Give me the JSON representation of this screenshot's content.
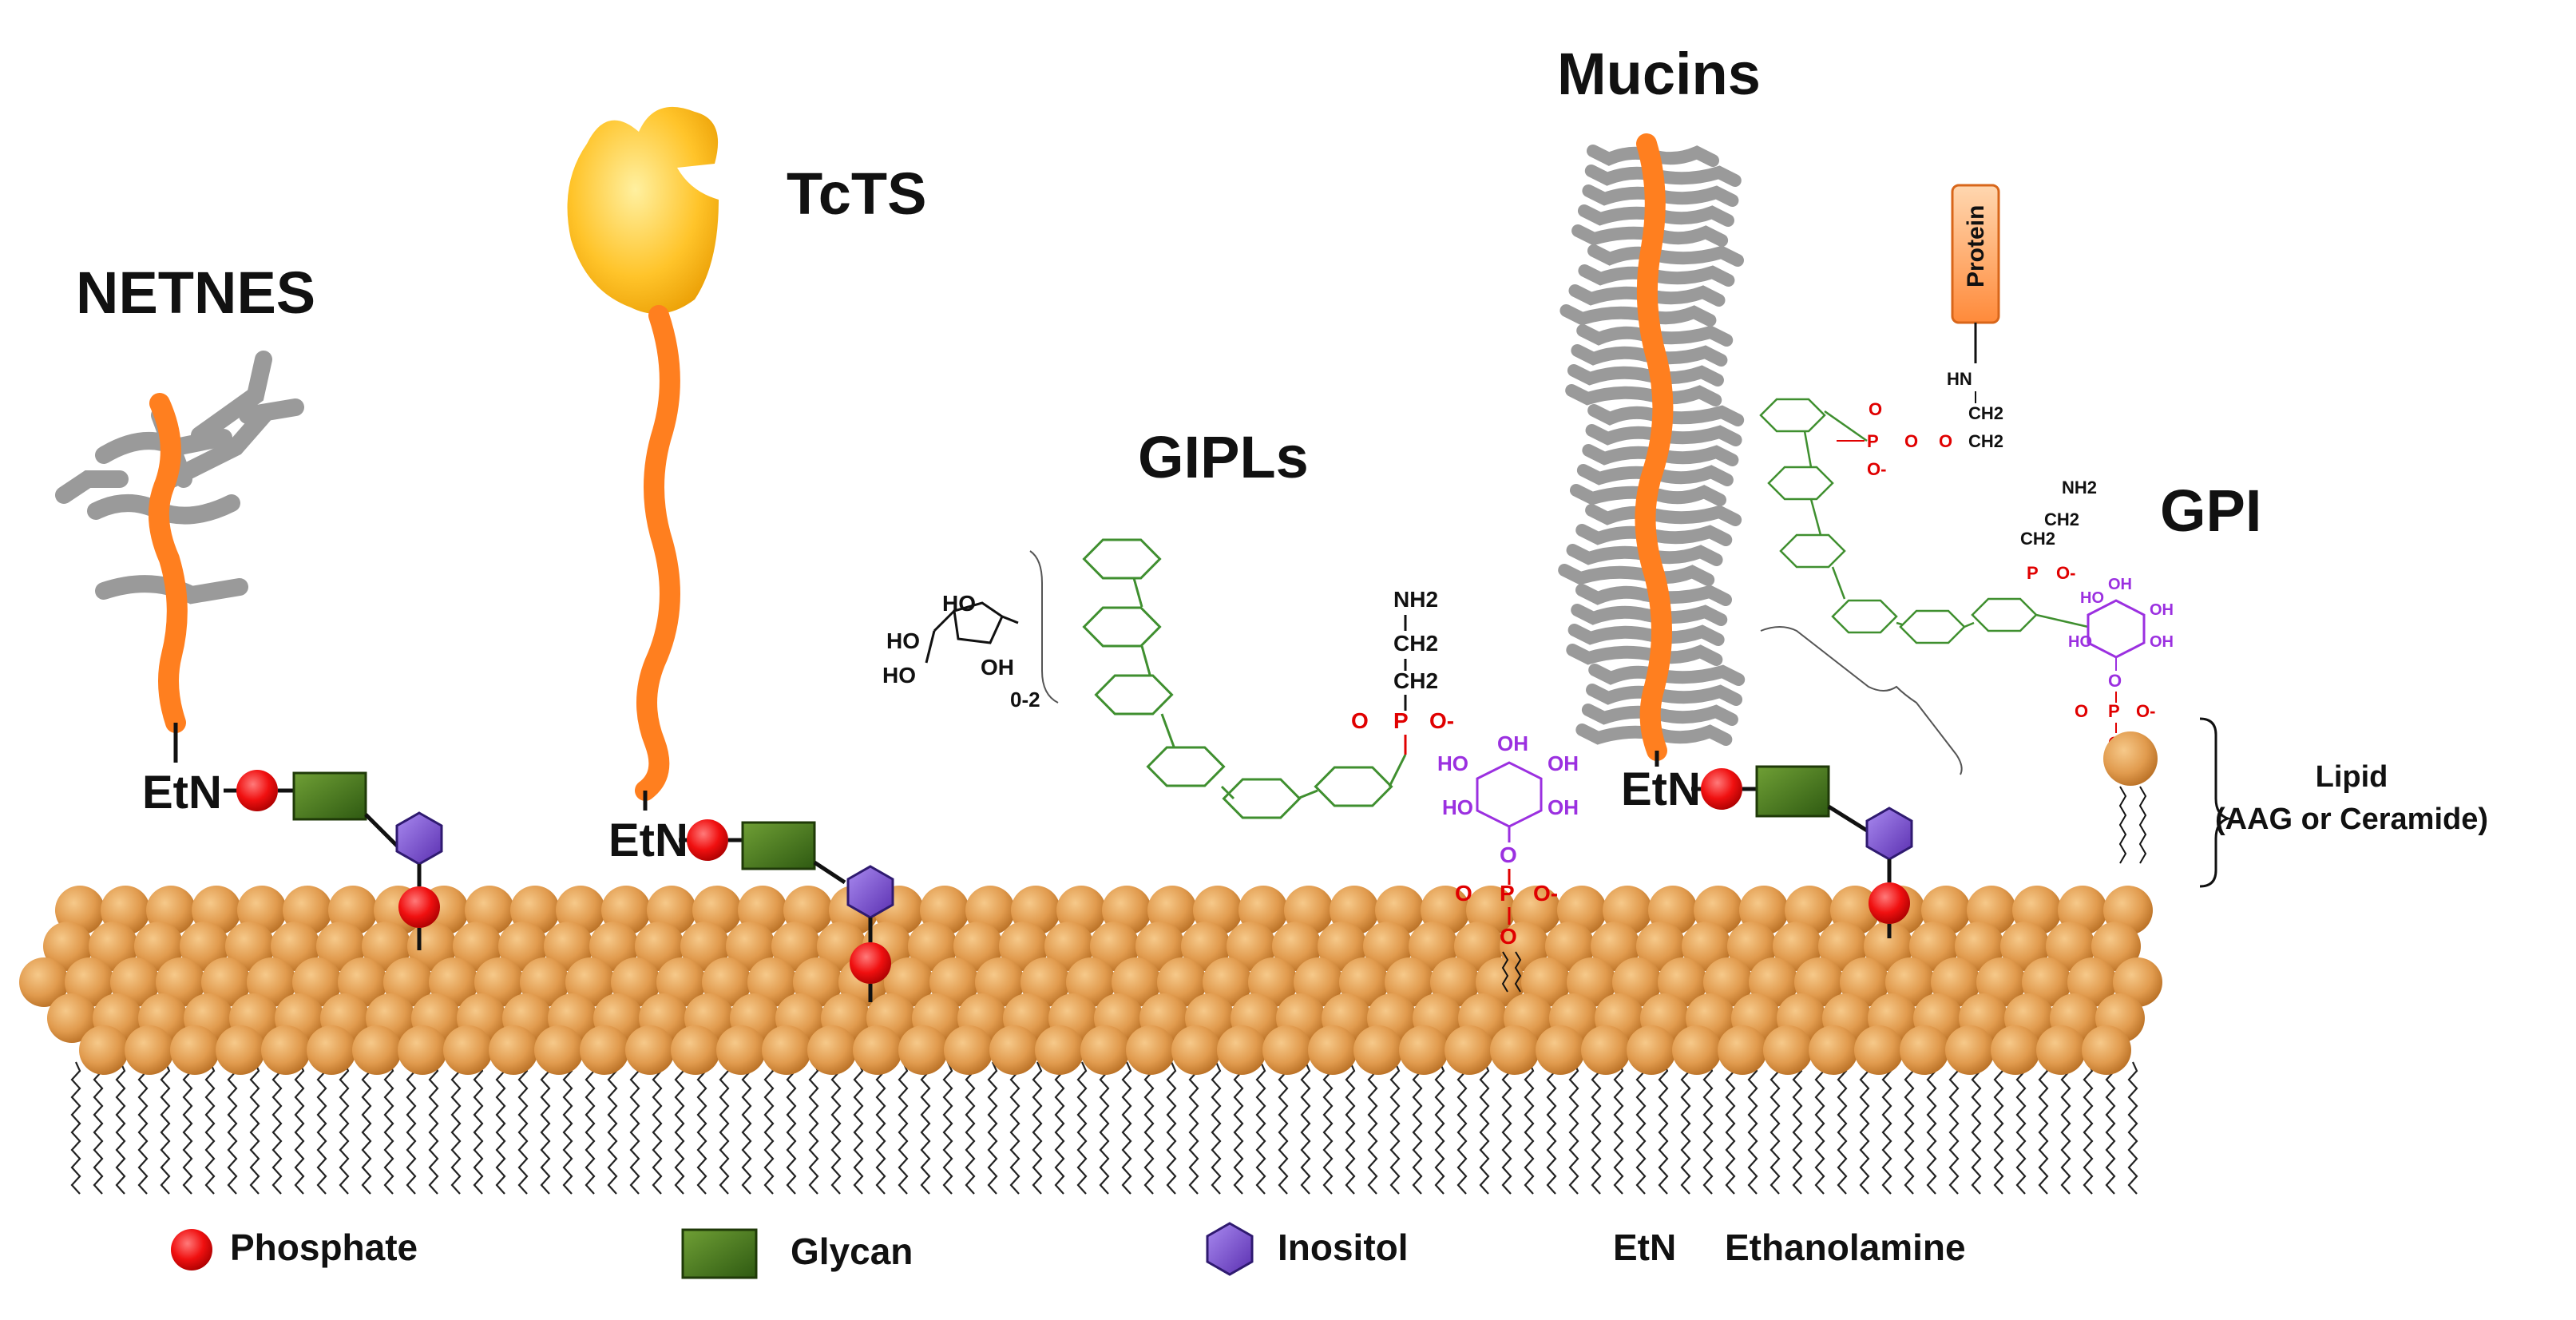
{
  "title": "",
  "labels": {
    "netnes": "NETNES",
    "tcts": "TcTS",
    "gipls": "GIPLs",
    "mucins": "Mucins",
    "gpi": "GPI",
    "etn": "EtN",
    "lipid": "Lipid",
    "lipid_sub": "(AAG or Ceramide)",
    "protein": "Protein",
    "range": "0-2"
  },
  "chem": {
    "nh2": "NH2",
    "ch2": "CH2",
    "p": "P",
    "o": "O",
    "o_minus": "O-",
    "oh": "OH",
    "ho": "HO",
    "hn": "HN"
  },
  "legend": {
    "phosphate": "Phosphate",
    "glycan": "Glycan",
    "inositol": "Inositol",
    "etn_abbr": "EtN",
    "etn_full": "Ethanolamine"
  },
  "colors": {
    "membrane_bead": "#e19b4e",
    "protein_chain": "#ff7f1f",
    "glycan_branch": "#9a9a9a",
    "phosphate": "#e60000",
    "glycan": "#4f7f1f",
    "inositol": "#7b4fd0",
    "sugar_green": "#3f8f2f",
    "phosphate_text": "#e00000",
    "inositol_text": "#9b30e0",
    "tcts_enzyme": "#ffc42a"
  }
}
